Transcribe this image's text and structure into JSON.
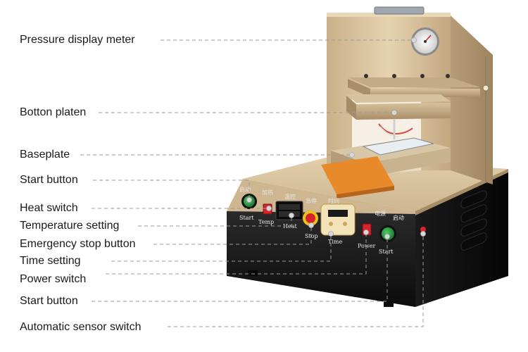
{
  "callouts": [
    {
      "id": "pressure-display-meter",
      "label": "Pressure display meter"
    },
    {
      "id": "botton-platen",
      "label": "Botton platen"
    },
    {
      "id": "baseplate",
      "label": "Baseplate"
    },
    {
      "id": "start-button-left",
      "label": "Start button"
    },
    {
      "id": "heat-switch",
      "label": "Heat switch"
    },
    {
      "id": "temperature-setting",
      "label": "Temperature setting"
    },
    {
      "id": "emergency-stop-button",
      "label": "Emergency stop button"
    },
    {
      "id": "time-setting",
      "label": "Time setting"
    },
    {
      "id": "power-switch",
      "label": "Power switch"
    },
    {
      "id": "start-button-right",
      "label": "Start button"
    },
    {
      "id": "automatic-sensor-switch",
      "label": "Automatic sensor switch"
    }
  ],
  "panel_labels": {
    "start_left": "Start",
    "temp": "Temp",
    "heat": "Heat",
    "stop": "Stop",
    "time": "Time",
    "power": "Power",
    "start_right": "Start"
  },
  "panel_cn": {
    "start_left": "启动",
    "heat": "加热",
    "temp": "温控",
    "stop": "急停",
    "time": "时间",
    "power": "电源",
    "start_right": "启动"
  },
  "colors": {
    "gold": "#d9c29b",
    "gold_dark": "#b8a07a",
    "black_body": "#161616",
    "green_button": "#2fa44a",
    "red_switch": "#d8232a",
    "emergency_yellow": "#e9c21a",
    "orange_pad": "#e8892a"
  }
}
